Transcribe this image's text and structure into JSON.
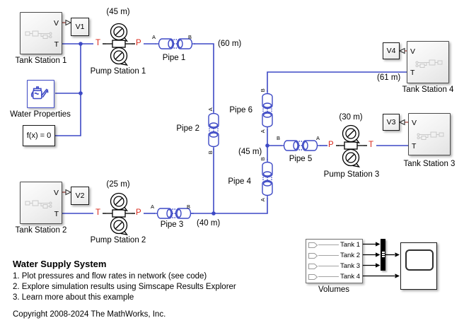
{
  "colors": {
    "wire": "#3d49c5",
    "port-red": "#d9281a",
    "ps-wire": "#b2564e",
    "preview": "#c9c9c9"
  },
  "tanks": [
    {
      "label": "Tank Station 1",
      "v": "V",
      "t": "T",
      "display": "V1"
    },
    {
      "label": "Tank Station 2",
      "v": "V",
      "t": "T",
      "display": "V2"
    },
    {
      "label": "Tank Station 3",
      "v": "V",
      "t": "T",
      "display": "V3"
    },
    {
      "label": "Tank Station 4",
      "v": "V",
      "t": "T",
      "display": "V4"
    }
  ],
  "pumps": [
    {
      "label": "Pump Station 1",
      "head": "(45 m)",
      "left_port": "T",
      "right_port": "P"
    },
    {
      "label": "Pump Station 2",
      "head": "(25 m)",
      "left_port": "T",
      "right_port": "P"
    },
    {
      "label": "Pump Station 3",
      "head": "(30 m)",
      "left_port": "P",
      "right_port": "T"
    }
  ],
  "pipes": [
    {
      "label": "Pipe 1",
      "a": "A",
      "b": "B"
    },
    {
      "label": "Pipe 2",
      "a": "A",
      "b": "B"
    },
    {
      "label": "Pipe 3",
      "a": "A",
      "b": "B"
    },
    {
      "label": "Pipe 4",
      "a": "A",
      "b": "B"
    },
    {
      "label": "Pipe 5",
      "a": "A",
      "b": "B"
    },
    {
      "label": "Pipe 6",
      "a": "A",
      "b": "B"
    }
  ],
  "annotations": {
    "m60": "(60 m)",
    "m61": "(61 m)",
    "m45": "(45 m)",
    "m40": "(40 m)"
  },
  "water_properties": {
    "label": "Water Properties"
  },
  "solver": {
    "label": "f(x) = 0"
  },
  "volumes": {
    "label": "Volumes",
    "outputs": [
      "Tank 1",
      "Tank 2",
      "Tank 3",
      "Tank 4"
    ]
  },
  "description": {
    "title": "Water Supply System",
    "notes": [
      "1. Plot pressures and flow rates in network (see code)",
      "2. Explore simulation results using Simscape Results Explorer",
      "3. Learn more about this example"
    ],
    "copyright": "Copyright 2008-2024 The MathWorks, Inc."
  }
}
